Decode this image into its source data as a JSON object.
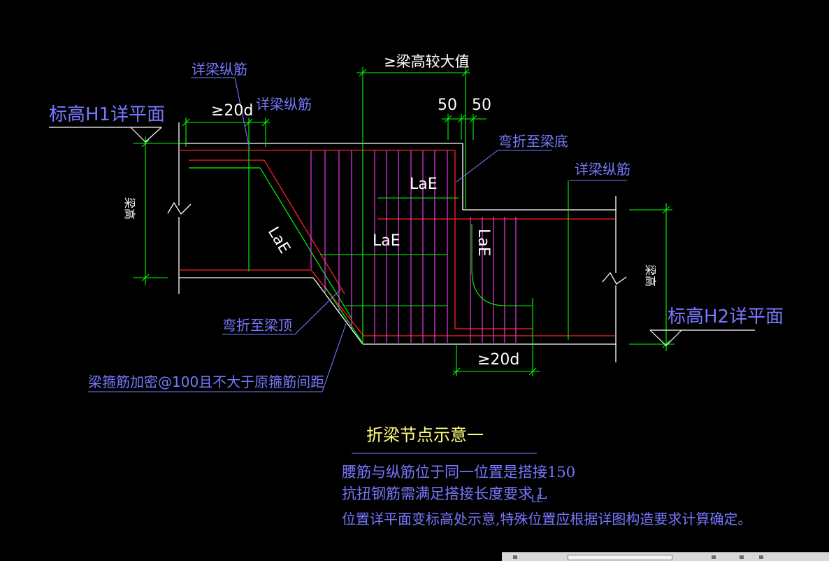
{
  "colors": {
    "background": "#000000",
    "outline": "#ffffff",
    "dimension": "#00ff00",
    "bar": "#ff2020",
    "stirrup": "#ff40ff",
    "label": "#7777ff",
    "title": "#ffff80",
    "anchor": "#c0ff00"
  },
  "labels": {
    "elev_h1": "标高H1详平面",
    "elev_h2": "标高H2详平面",
    "detail_long_bar_top": "详梁纵筋",
    "detail_long_bar_mid": "详梁纵筋",
    "detail_long_bar_right": "详梁纵筋",
    "bend_to_bottom": "弯折至梁底",
    "bend_to_top": "弯折至梁顶",
    "stirrup_note": "梁箍筋加密@100且不大于原箍筋间距",
    "beam_height_left": "梁高",
    "beam_height_right": "梁高"
  },
  "dimensions": {
    "max_beam_height": "≥梁高较大值",
    "ge20d_top": "≥20d",
    "ge20d_bottom": "≥20d",
    "fifty_a": "50",
    "fifty_b": "50",
    "lae_top": "LaE",
    "lae_mid": "LaE",
    "lae_diag": "LaE",
    "lae_vert": "LaE"
  },
  "title": {
    "text": "折梁节点示意一"
  },
  "notes": {
    "line1": "腰筋与纵筋位于同一位置是搭接150",
    "line2": "抗扭钢筋需满足搭接长度要求 L",
    "line2_sub": "LE",
    "line3": "位置详平面变标高处示意,特殊位置应根据详图构造要求计算确定。"
  }
}
